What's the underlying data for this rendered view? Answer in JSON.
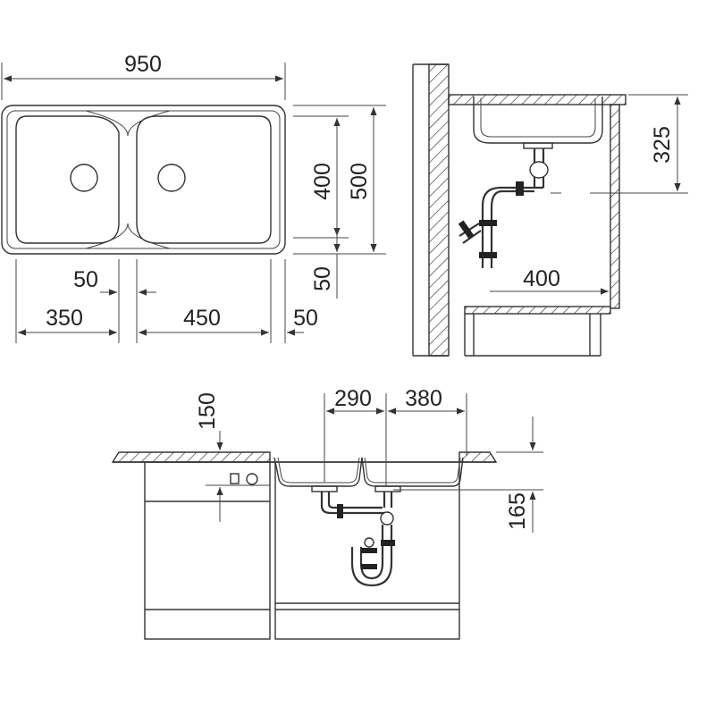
{
  "top_view": {
    "width": "950",
    "depth": "500",
    "bowl_depth": "400",
    "bottom_margin": "50",
    "bridge": "50",
    "left_bowl": "350",
    "right_bowl": "450",
    "right_margin": "50"
  },
  "side_view": {
    "height": "325",
    "cabinet_depth": "400"
  },
  "front_view": {
    "left_offset": "150",
    "left_waste": "290",
    "right_waste": "380",
    "drain_height": "165"
  },
  "colors": {
    "line": "#333333",
    "text": "#222222",
    "background": "#ffffff"
  }
}
